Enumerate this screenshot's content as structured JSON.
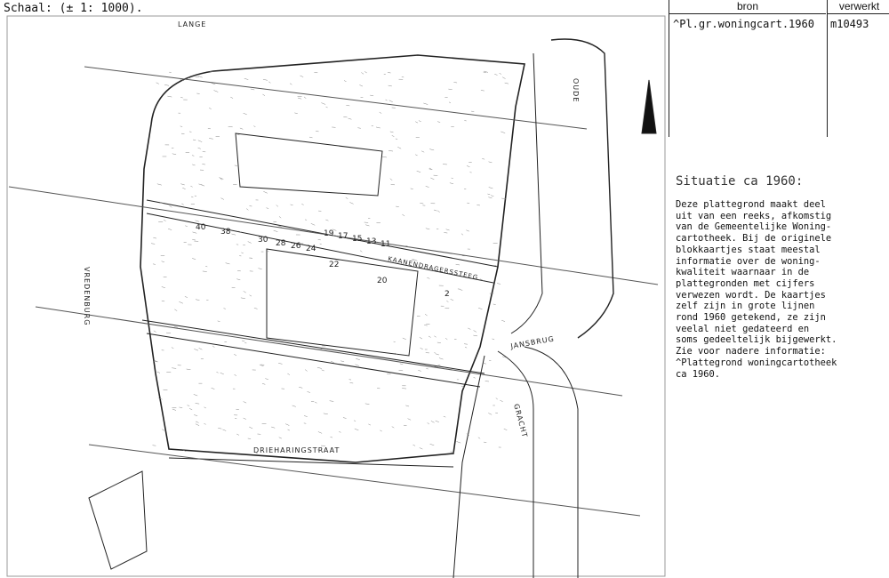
{
  "scale": "Schaal: (± 1: 1000).",
  "source_table": {
    "headers": [
      "bron",
      "verwerkt"
    ],
    "bron": "^Pl.gr.woningcart.1960",
    "verwerkt": "m10493"
  },
  "description": {
    "title": "Situatie ca 1960:",
    "text": "Deze plattegrond maakt deel\nuit van een reeks, afkomstig\nvan de Gemeentelijke Woning-\ncartotheek. Bij de originele\nblokkaartjes staat meestal\ninformatie over de woning-\nkwaliteit waarnaar in de\nplattegronden met cijfers\nverwezen wordt. De kaartjes\nzelf zijn in grote lijnen\nrond 1960 getekend, ze zijn\nveelal niet gedateerd en\nsoms gedeeltelijk bijgewerkt.\nZie voor nadere informatie:\n^Plattegrond woningcartotheek\nca 1960."
  },
  "map": {
    "streets": {
      "lange": "LANGE",
      "oude": "OUDE",
      "vredenburg": "VREDENBURG",
      "jansbrug": "JANSBRUG",
      "gracht": "GRACHT",
      "drieharingstraat": "DRIEHARINGSTRAAT",
      "steeg": "KAANENDRAGERSSTEEG"
    },
    "house_numbers": [
      "40",
      "38",
      "30",
      "28",
      "26",
      "24",
      "19",
      "17",
      "15",
      "13",
      "11",
      "22",
      "20",
      "2"
    ]
  }
}
